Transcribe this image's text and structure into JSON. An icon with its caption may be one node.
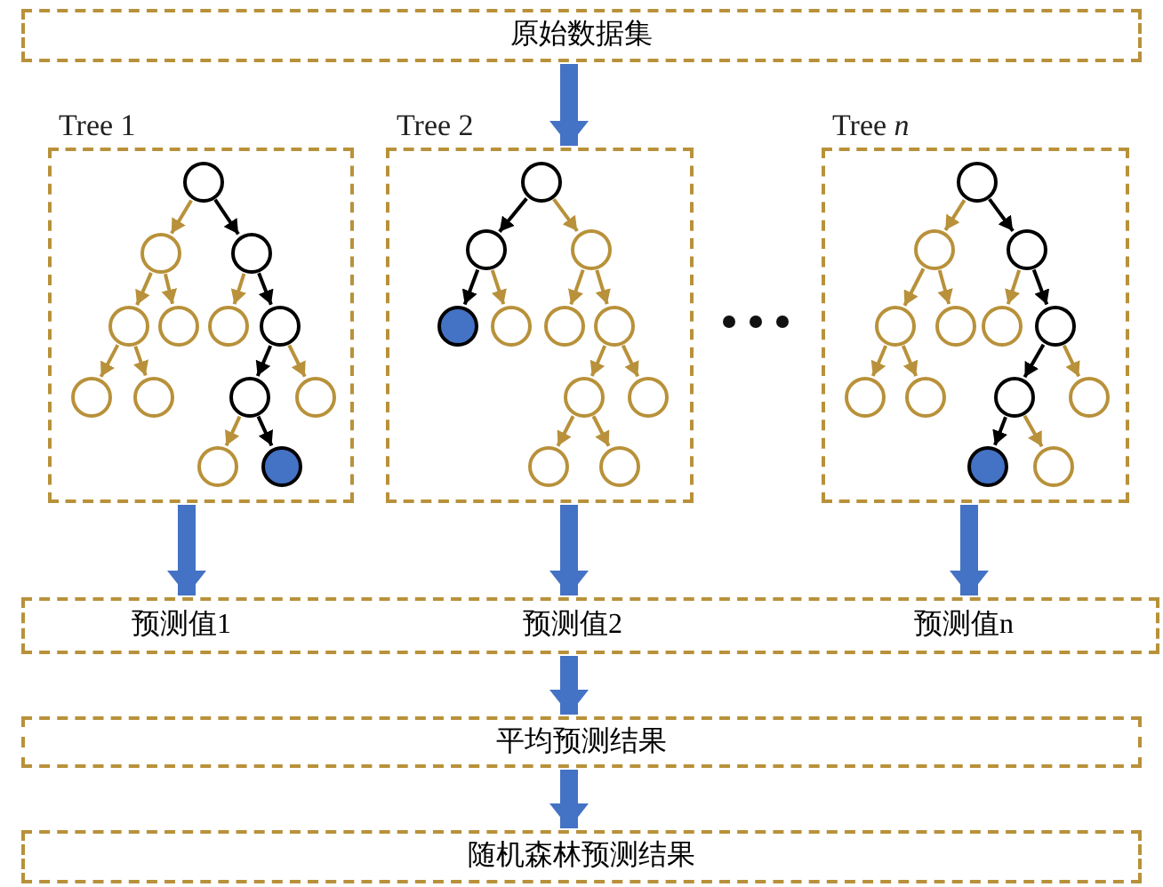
{
  "diagram": {
    "nodes": [
      {
        "text": [
          "原始数据集"
        ]
      },
      {
        "text": [
          "Tree 1"
        ]
      },
      {
        "text": [],
        "shape": "circle",
        "in": 1
      },
      {
        "text": [],
        "shape": "circle",
        "in": 1
      },
      {
        "text": [],
        "shape": "circle",
        "in": 1
      },
      {
        "text": [],
        "shape": "circle",
        "in": 1
      },
      {
        "text": [],
        "shape": "circle",
        "in": 1
      },
      {
        "text": [],
        "shape": "circle",
        "in": 1
      },
      {
        "text": [],
        "shape": "circle",
        "in": 1
      },
      {
        "text": [],
        "shape": "circle",
        "in": 1
      },
      {
        "text": [],
        "shape": "circle",
        "in": 1
      },
      {
        "text": [],
        "shape": "circle",
        "in": 1
      },
      {
        "text": [],
        "shape": "circle",
        "in": 1
      },
      {
        "text": [],
        "shape": "circle",
        "in": 1
      },
      {
        "text": [],
        "shape": "circle",
        "in": 1
      },
      {
        "text": [
          "Tree 2"
        ]
      },
      {
        "text": [],
        "shape": "circle",
        "in": 15
      },
      {
        "text": [],
        "shape": "circle",
        "in": 15
      },
      {
        "text": [],
        "shape": "circle",
        "in": 15
      },
      {
        "text": [],
        "shape": "circle",
        "in": 15
      },
      {
        "text": [],
        "shape": "circle",
        "in": 15
      },
      {
        "text": [],
        "shape": "circle",
        "in": 15
      },
      {
        "text": [],
        "shape": "circle",
        "in": 15
      },
      {
        "text": [],
        "shape": "circle",
        "in": 15
      },
      {
        "text": [],
        "shape": "circle",
        "in": 15
      },
      {
        "text": [],
        "shape": "circle",
        "in": 15
      },
      {
        "text": [],
        "shape": "circle",
        "in": 15
      },
      {
        "text": [
          "Tree *n*"
        ]
      },
      {
        "text": [],
        "shape": "circle",
        "in": 27
      },
      {
        "text": [],
        "shape": "circle",
        "in": 27
      },
      {
        "text": [],
        "shape": "circle",
        "in": 27
      },
      {
        "text": [],
        "shape": "circle",
        "in": 27
      },
      {
        "text": [],
        "shape": "circle",
        "in": 27
      },
      {
        "text": [],
        "shape": "circle",
        "in": 27
      },
      {
        "text": [],
        "shape": "circle",
        "in": 27
      },
      {
        "text": [],
        "shape": "circle",
        "in": 27
      },
      {
        "text": [],
        "shape": "circle",
        "in": 27
      },
      {
        "text": [],
        "shape": "circle",
        "in": 27
      },
      {
        "text": [],
        "shape": "circle",
        "in": 27
      },
      {
        "text": [],
        "shape": "circle",
        "in": 27
      },
      {
        "text": [],
        "shape": "circle",
        "in": 27
      },
      {
        "text": [
          "预测值1",
          "预测值2",
          "预测值n"
        ]
      },
      {
        "text": [
          "平均预测结果"
        ]
      },
      {
        "text": [
          "随机森林预测结果"
        ]
      }
    ],
    "edges": [
      {
        "from": 0,
        "to": 15,
        "arrow": "to",
        "style": "thick",
        "color": "#4472c4"
      },
      {
        "from": 2,
        "to": 3,
        "arrow": "to"
      },
      {
        "from": 2,
        "to": 4,
        "arrow": "to",
        "color": "#000000"
      },
      {
        "from": 3,
        "to": 5,
        "arrow": "to"
      },
      {
        "from": 3,
        "to": 6,
        "arrow": "to"
      },
      {
        "from": 4,
        "to": 7,
        "arrow": "to"
      },
      {
        "from": 4,
        "to": 8,
        "arrow": "to",
        "color": "#000000"
      },
      {
        "from": 5,
        "to": 9,
        "arrow": "to"
      },
      {
        "from": 5,
        "to": 10,
        "arrow": "to"
      },
      {
        "from": 8,
        "to": 11,
        "arrow": "to",
        "color": "#000000"
      },
      {
        "from": 8,
        "to": 12,
        "arrow": "to"
      },
      {
        "from": 11,
        "to": 13,
        "arrow": "to"
      },
      {
        "from": 11,
        "to": 14,
        "arrow": "to",
        "color": "#000000"
      },
      {
        "from": 16,
        "to": 17,
        "arrow": "to",
        "color": "#000000"
      },
      {
        "from": 16,
        "to": 18,
        "arrow": "to"
      },
      {
        "from": 17,
        "to": 19,
        "arrow": "to",
        "color": "#000000"
      },
      {
        "from": 17,
        "to": 20,
        "arrow": "to"
      },
      {
        "from": 18,
        "to": 21,
        "arrow": "to"
      },
      {
        "from": 18,
        "to": 22,
        "arrow": "to"
      },
      {
        "from": 22,
        "to": 23,
        "arrow": "to"
      },
      {
        "from": 22,
        "to": 24,
        "arrow": "to"
      },
      {
        "from": 23,
        "to": 25,
        "arrow": "to"
      },
      {
        "from": 23,
        "to": 26,
        "arrow": "to"
      },
      {
        "from": 28,
        "to": 29,
        "arrow": "to"
      },
      {
        "from": 28,
        "to": 30,
        "arrow": "to",
        "color": "#000000"
      },
      {
        "from": 29,
        "to": 31,
        "arrow": "to"
      },
      {
        "from": 29,
        "to": 32,
        "arrow": "to"
      },
      {
        "from": 30,
        "to": 33,
        "arrow": "to"
      },
      {
        "from": 30,
        "to": 34,
        "arrow": "to",
        "color": "#000000"
      },
      {
        "from": 31,
        "to": 35,
        "arrow": "to"
      },
      {
        "from": 31,
        "to": 36,
        "arrow": "to"
      },
      {
        "from": 34,
        "to": 37,
        "arrow": "to",
        "color": "#000000"
      },
      {
        "from": 34,
        "to": 38,
        "arrow": "to"
      },
      {
        "from": 37,
        "to": 39,
        "arrow": "to",
        "color": "#000000"
      },
      {
        "from": 37,
        "to": 40,
        "arrow": "to"
      },
      {
        "from": 1,
        "to": 41,
        "arrow": "to",
        "style": "thick",
        "color": "#4472c4"
      },
      {
        "from": 15,
        "to": 41,
        "arrow": "to",
        "style": "thick",
        "color": "#4472c4"
      },
      {
        "from": 27,
        "to": 41,
        "arrow": "to",
        "style": "thick",
        "color": "#4472c4"
      },
      {
        "from": 41,
        "to": 42,
        "arrow": "to",
        "style": "thick",
        "color": "#4472c4"
      },
      {
        "from": 42,
        "to": 43,
        "arrow": "to",
        "style": "thick",
        "color": "#4472c4"
      }
    ]
  }
}
